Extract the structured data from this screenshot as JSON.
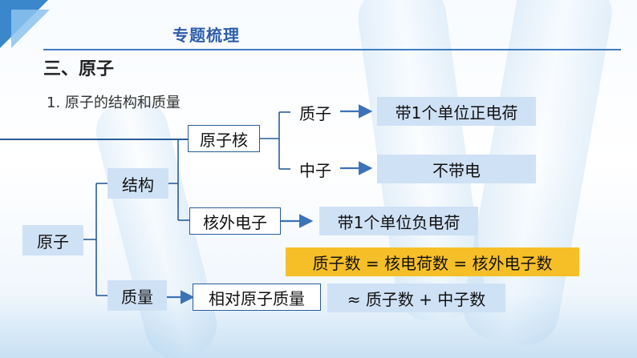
{
  "header": {
    "title": "专题梳理"
  },
  "section_title": "三、原子",
  "subsection_title": "1. 原子的结构和质量",
  "nodes": {
    "root": "原子",
    "structure": "结构",
    "mass": "质量",
    "nucleus": "原子核",
    "electron": "核外电子",
    "proton": "质子",
    "neutron": "中子",
    "proton_charge": "带1个单位正电荷",
    "neutron_charge": "不带电",
    "electron_charge": "带1个单位负电荷",
    "equation": "质子数 = 核电荷数 = 核外电子数",
    "relative_mass": "相对原子质量",
    "mass_formula": "≈ 质子数 + 中子数"
  },
  "colors": {
    "accent": "#3f7cc4",
    "box_fill": "#cfe1f5",
    "highlight": "#f7bf27",
    "line": "#2a5d9a",
    "arrow": "#3c72b8"
  }
}
